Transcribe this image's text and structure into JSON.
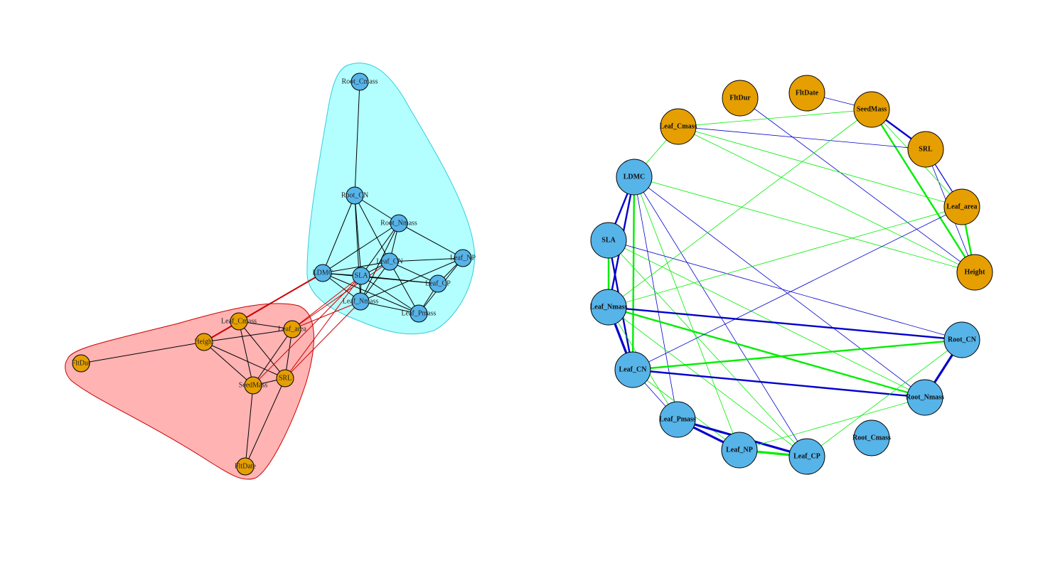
{
  "colors": {
    "trait_group_a": "#E69F00",
    "trait_group_b": "#56B4E9",
    "hull_a_fill": "#FFB3B3",
    "hull_a_stroke": "#CC0000",
    "hull_b_fill": "#B3FFFF",
    "hull_b_stroke": "#33CCDD",
    "within_edge": "#000000",
    "between_edge": "#CC0000",
    "positive": "#00EE00",
    "negative": "#0000CC"
  },
  "left_graph": {
    "nodes": [
      {
        "name": "Root_Cmass",
        "group": "b"
      },
      {
        "name": "Root_CN",
        "group": "b"
      },
      {
        "name": "Root_Nmass",
        "group": "b"
      },
      {
        "name": "Leaf_CN",
        "group": "b"
      },
      {
        "name": "Leaf_NP",
        "group": "b"
      },
      {
        "name": "LDMC",
        "group": "b"
      },
      {
        "name": "SLA",
        "group": "b"
      },
      {
        "name": "Leaf_CP",
        "group": "b"
      },
      {
        "name": "Leaf_Nmass",
        "group": "b"
      },
      {
        "name": "Leaf_Pmass",
        "group": "b"
      },
      {
        "name": "Leaf_Cmass",
        "group": "a"
      },
      {
        "name": "Leaf_area",
        "group": "a"
      },
      {
        "name": "Height",
        "group": "a"
      },
      {
        "name": "FltDur",
        "group": "a"
      },
      {
        "name": "SeedMass",
        "group": "a"
      },
      {
        "name": "SRL",
        "group": "a"
      },
      {
        "name": "FltDate",
        "group": "a"
      }
    ],
    "edges": [
      [
        "Root_Cmass",
        "Root_CN",
        "w"
      ],
      [
        "Root_CN",
        "LDMC",
        "w"
      ],
      [
        "Root_CN",
        "SLA",
        "w"
      ],
      [
        "Root_CN",
        "Leaf_Nmass",
        "w"
      ],
      [
        "Root_CN",
        "Leaf_CN",
        "w"
      ],
      [
        "Root_CN",
        "Root_Nmass",
        "w"
      ],
      [
        "Root_Nmass",
        "LDMC",
        "w"
      ],
      [
        "Root_Nmass",
        "SLA",
        "w"
      ],
      [
        "Root_Nmass",
        "Leaf_Nmass",
        "w"
      ],
      [
        "Root_Nmass",
        "Leaf_CN",
        "w"
      ],
      [
        "Root_Nmass",
        "Leaf_NP",
        "w"
      ],
      [
        "LDMC",
        "SLA",
        "w"
      ],
      [
        "LDMC",
        "Leaf_CN",
        "w"
      ],
      [
        "LDMC",
        "Leaf_CP",
        "w"
      ],
      [
        "LDMC",
        "Leaf_Pmass",
        "w"
      ],
      [
        "LDMC",
        "Leaf_Nmass",
        "w"
      ],
      [
        "SLA",
        "Leaf_Nmass",
        "w"
      ],
      [
        "SLA",
        "Leaf_CN",
        "w"
      ],
      [
        "SLA",
        "Leaf_CP",
        "w"
      ],
      [
        "SLA",
        "Leaf_Pmass",
        "w"
      ],
      [
        "Leaf_CN",
        "Leaf_NP",
        "w"
      ],
      [
        "Leaf_CN",
        "Leaf_Pmass",
        "w"
      ],
      [
        "Leaf_CN",
        "Leaf_CP",
        "w"
      ],
      [
        "Leaf_CN",
        "Leaf_Nmass",
        "w"
      ],
      [
        "Leaf_Nmass",
        "Leaf_NP",
        "w"
      ],
      [
        "Leaf_Nmass",
        "Leaf_Pmass",
        "w"
      ],
      [
        "Leaf_NP",
        "Leaf_CP",
        "w"
      ],
      [
        "Leaf_NP",
        "Leaf_Pmass",
        "w"
      ],
      [
        "Leaf_CP",
        "Leaf_Pmass",
        "w"
      ],
      [
        "Height",
        "FltDur",
        "w"
      ],
      [
        "Height",
        "Leaf_Cmass",
        "w"
      ],
      [
        "Height",
        "Leaf_area",
        "w"
      ],
      [
        "Height",
        "SeedMass",
        "w"
      ],
      [
        "Height",
        "SRL",
        "w"
      ],
      [
        "Leaf_Cmass",
        "Leaf_area",
        "w"
      ],
      [
        "Leaf_Cmass",
        "SeedMass",
        "w"
      ],
      [
        "Leaf_Cmass",
        "SRL",
        "w"
      ],
      [
        "Leaf_area",
        "SeedMass",
        "w"
      ],
      [
        "Leaf_area",
        "SRL",
        "w"
      ],
      [
        "SeedMass",
        "SRL",
        "w"
      ],
      [
        "SeedMass",
        "FltDate",
        "w"
      ],
      [
        "SRL",
        "FltDate",
        "w"
      ],
      [
        "LDMC",
        "Height",
        "bt"
      ],
      [
        "SLA",
        "Leaf_area",
        "b"
      ],
      [
        "SLA",
        "SeedMass",
        "b"
      ],
      [
        "Leaf_Nmass",
        "Leaf_area",
        "b"
      ],
      [
        "Leaf_Nmass",
        "SRL",
        "b"
      ],
      [
        "SLA",
        "SRL",
        "b"
      ],
      [
        "Leaf_CN",
        "Leaf_area",
        "b"
      ]
    ]
  },
  "right_graph": {
    "nodes": [
      {
        "name": "FltDur",
        "group": "a"
      },
      {
        "name": "FltDate",
        "group": "a"
      },
      {
        "name": "SeedMass",
        "group": "a"
      },
      {
        "name": "SRL",
        "group": "a"
      },
      {
        "name": "Leaf_area",
        "group": "a"
      },
      {
        "name": "Height",
        "group": "a"
      },
      {
        "name": "Leaf_Cmass",
        "group": "a"
      },
      {
        "name": "LDMC",
        "group": "b"
      },
      {
        "name": "SLA",
        "group": "b"
      },
      {
        "name": "Leaf_Nmass",
        "group": "b"
      },
      {
        "name": "Leaf_CN",
        "group": "b"
      },
      {
        "name": "Leaf_Pmass",
        "group": "b"
      },
      {
        "name": "Leaf_NP",
        "group": "b"
      },
      {
        "name": "Leaf_CP",
        "group": "b"
      },
      {
        "name": "Root_Cmass",
        "group": "b"
      },
      {
        "name": "Root_Nmass",
        "group": "b"
      },
      {
        "name": "Root_CN",
        "group": "b"
      }
    ],
    "edges": [
      [
        "SeedMass",
        "SRL",
        "-",
        3
      ],
      [
        "SeedMass",
        "Height",
        "+",
        3
      ],
      [
        "SRL",
        "Leaf_area",
        "-",
        1.5
      ],
      [
        "SRL",
        "Height",
        "-",
        1
      ],
      [
        "Leaf_area",
        "Height",
        "+",
        3
      ],
      [
        "SeedMass",
        "Leaf_area",
        "+",
        1
      ],
      [
        "FltDate",
        "SeedMass",
        "-",
        1
      ],
      [
        "FltDur",
        "Height",
        "-",
        1
      ],
      [
        "Leaf_Cmass",
        "SeedMass",
        "+",
        1
      ],
      [
        "Leaf_Cmass",
        "SRL",
        "-",
        1
      ],
      [
        "Leaf_Cmass",
        "Leaf_area",
        "+",
        1
      ],
      [
        "Leaf_Cmass",
        "Height",
        "+",
        1
      ],
      [
        "Leaf_Cmass",
        "LDMC",
        "+",
        1
      ],
      [
        "LDMC",
        "Height",
        "+",
        1
      ],
      [
        "LDMC",
        "Root_Nmass",
        "-",
        1
      ],
      [
        "LDMC",
        "SLA",
        "-",
        3
      ],
      [
        "LDMC",
        "Leaf_Nmass",
        "-",
        3
      ],
      [
        "LDMC",
        "Leaf_CN",
        "+",
        3
      ],
      [
        "LDMC",
        "Leaf_Pmass",
        "-",
        1
      ],
      [
        "LDMC",
        "Leaf_CP",
        "-",
        1
      ],
      [
        "LDMC",
        "Leaf_NP",
        "+",
        1
      ],
      [
        "SLA",
        "Root_CN",
        "-",
        1
      ],
      [
        "SLA",
        "Leaf_Nmass",
        "+",
        3
      ],
      [
        "SLA",
        "Leaf_CN",
        "-",
        3
      ],
      [
        "SLA",
        "Root_Nmass",
        "+",
        1
      ],
      [
        "SLA",
        "Leaf_CP",
        "+",
        1
      ],
      [
        "Leaf_Nmass",
        "Root_CN",
        "-",
        3
      ],
      [
        "Leaf_Nmass",
        "Root_Nmass",
        "+",
        3
      ],
      [
        "Leaf_Nmass",
        "Leaf_CN",
        "-",
        4
      ],
      [
        "Leaf_Nmass",
        "Leaf_area",
        "+",
        1
      ],
      [
        "Leaf_Nmass",
        "SeedMass",
        "+",
        1
      ],
      [
        "Leaf_Nmass",
        "Leaf_Pmass",
        "+",
        1
      ],
      [
        "Leaf_Nmass",
        "Leaf_CP",
        "+",
        1
      ],
      [
        "Leaf_CN",
        "Root_CN",
        "+",
        3
      ],
      [
        "Leaf_CN",
        "Root_Nmass",
        "-",
        3
      ],
      [
        "Leaf_CN",
        "Leaf_area",
        "-",
        1
      ],
      [
        "Leaf_CN",
        "Leaf_Pmass",
        "-",
        1
      ],
      [
        "Leaf_CN",
        "Leaf_NP",
        "+",
        1
      ],
      [
        "Leaf_Pmass",
        "Leaf_NP",
        "-",
        4
      ],
      [
        "Leaf_Pmass",
        "Leaf_CP",
        "-",
        4
      ],
      [
        "Leaf_NP",
        "Leaf_CP",
        "+",
        4
      ],
      [
        "Leaf_NP",
        "Root_Nmass",
        "+",
        1
      ],
      [
        "Leaf_CP",
        "Root_CN",
        "+",
        1
      ],
      [
        "Root_CN",
        "Root_Nmass",
        "-",
        4
      ]
    ]
  }
}
